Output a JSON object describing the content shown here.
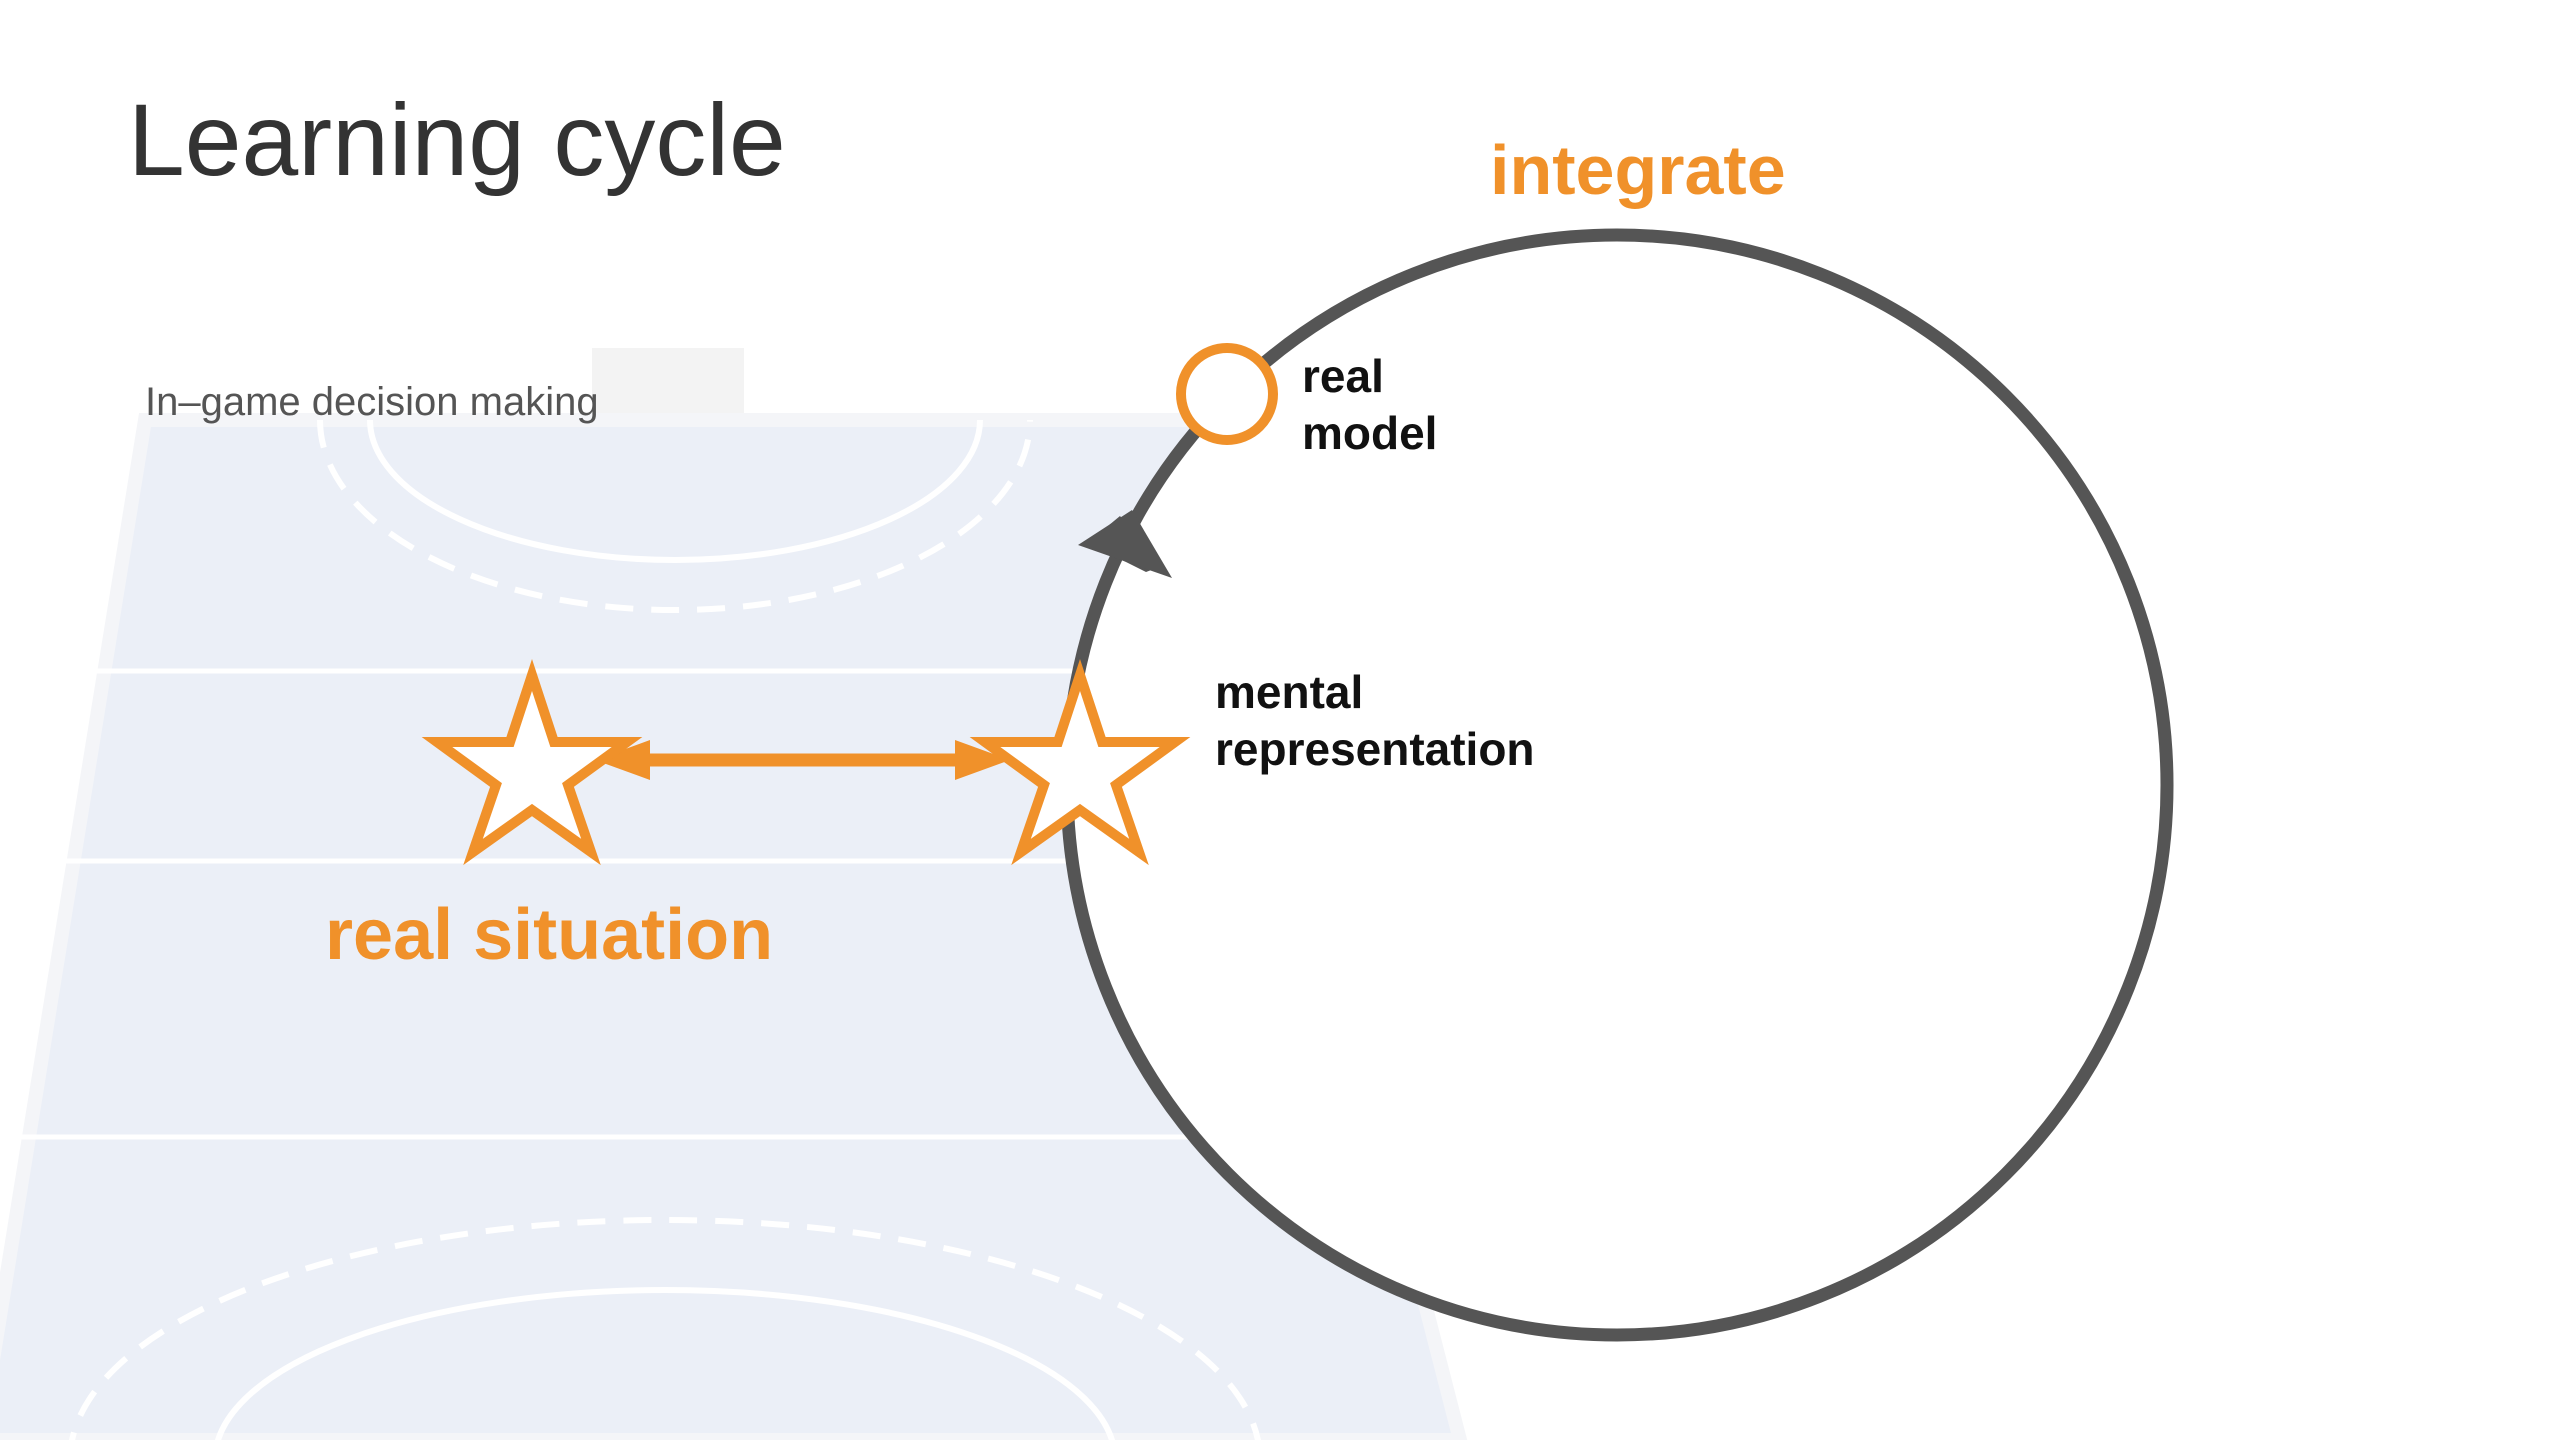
{
  "slide": {
    "title": "Learning cycle",
    "subtitle": "In–game decision making"
  },
  "diagram": {
    "cycle_label": "integrate",
    "situation_label": "real situation",
    "real_model_label": [
      "real",
      "model"
    ],
    "mental_representation_label": [
      "mental",
      "representation"
    ]
  },
  "colors": {
    "accent": "#F0912A",
    "cycle": "#555555",
    "court_fill": "#EBEFF7",
    "court_lines": "#FFFFFF",
    "title_text": "#333333",
    "label_text": "#111111"
  }
}
